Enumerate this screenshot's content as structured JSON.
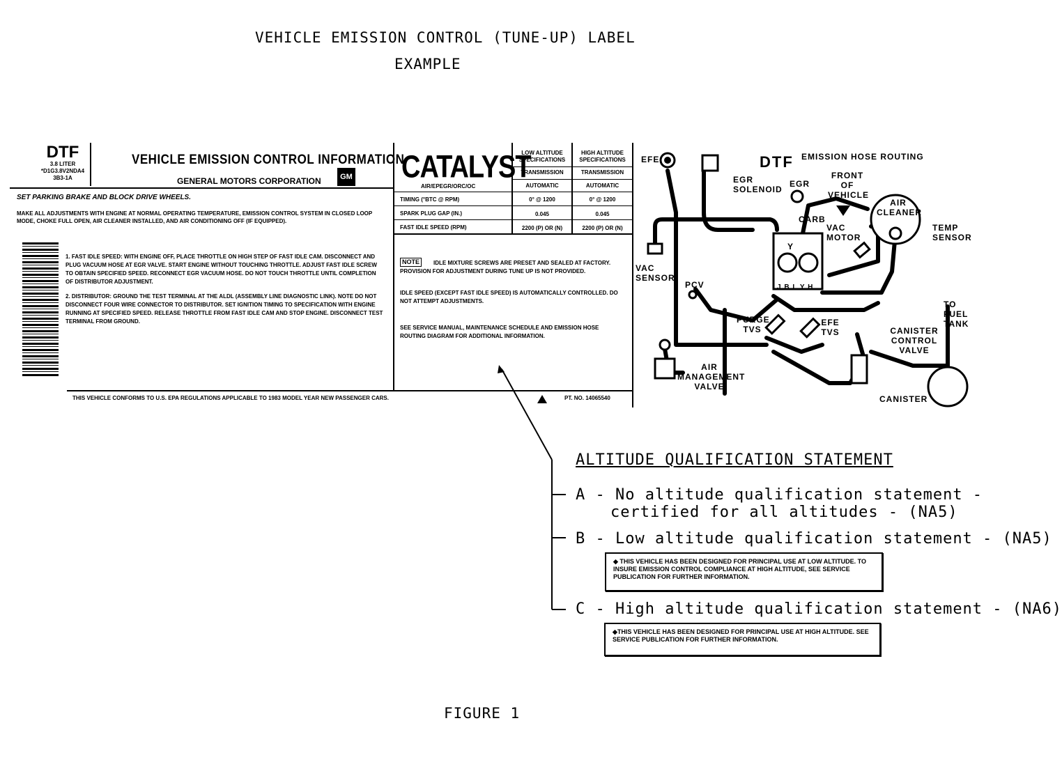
{
  "heading": {
    "line1": "VEHICLE EMISSION CONTROL (TUNE-UP) LABEL",
    "line2": "EXAMPLE"
  },
  "label": {
    "code": "DTF",
    "engine": "3.8 LITER",
    "family": "*D1G3.8V2NDA4",
    "subcode": "3B3-1A",
    "title": "VEHICLE EMISSION CONTROL INFORMATION",
    "maker": "GENERAL MOTORS CORPORATION",
    "logo": "GM",
    "catalyst": "CATALYST",
    "systems": "AIR/EPEGR/ORC/OC",
    "warning": "SET PARKING BRAKE AND BLOCK DRIVE WHEELS.",
    "make_adjust": "MAKE ALL ADJUSTMENTS WITH ENGINE AT NORMAL OPERATING TEMPERATURE, EMISSION CONTROL SYSTEM IN CLOSED LOOP MODE, CHOKE FULL OPEN, AIR CLEANER INSTALLED, AND AIR CONDITIONING OFF (IF EQUIPPED).",
    "step1": "1.  FAST IDLE SPEED: WITH ENGINE OFF, PLACE THROTTLE ON HIGH STEP OF FAST IDLE CAM. DISCONNECT AND PLUG VACUUM HOSE AT EGR VALVE. START ENGINE WITHOUT TOUCHING THROTTLE. ADJUST FAST IDLE SCREW TO OBTAIN SPECIFIED SPEED. RECONNECT EGR VACUUM HOSE. DO NOT TOUCH THROTTLE UNTIL COMPLETION OF DISTRIBUTOR ADJUSTMENT.",
    "step2": "2.  DISTRIBUTOR: GROUND THE TEST TERMINAL AT THE ALDL (ASSEMBLY LINE DIAGNOSTIC LINK). NOTE DO NOT DISCONNECT FOUR WIRE CONNECTOR TO DISTRIBUTOR. SET IGNITION TIMING TO SPECIFICATION WITH ENGINE RUNNING AT SPECIFIED SPEED. RELEASE THROTTLE FROM FAST IDLE CAM AND STOP ENGINE. DISCONNECT TEST TERMINAL FROM GROUND.",
    "spec_head_low": "LOW ALTITUDE SPECIFICATIONS",
    "spec_head_high": "HIGH ALTITUDE SPECIFICATIONS",
    "transmission": "TRANSMISSION",
    "automatic": "AUTOMATIC",
    "rows": [
      {
        "name": "TIMING (°BTC @ RPM)",
        "low": "0° @ 1200",
        "high": "0° @ 1200"
      },
      {
        "name": "SPARK PLUG GAP (IN.)",
        "low": "0.045",
        "high": "0.045"
      },
      {
        "name": "FAST IDLE SPEED (RPM)",
        "low": "2200 (P) OR (N)",
        "high": "2200 (P) OR (N)"
      }
    ],
    "note_tag": "NOTE",
    "note1": "IDLE MIXTURE SCREWS ARE PRESET AND SEALED AT FACTORY. PROVISION FOR ADJUSTMENT DURING TUNE UP IS NOT PROVIDED.",
    "note2": "IDLE SPEED (EXCEPT FAST IDLE SPEED) IS AUTOMATICALLY CONTROLLED. DO NOT ATTEMPT ADJUSTMENTS.",
    "note3": "SEE SERVICE MANUAL, MAINTENANCE SCHEDULE AND EMISSION HOSE ROUTING DIAGRAM FOR ADDITIONAL INFORMATION.",
    "conform": "THIS VEHICLE CONFORMS TO U.S. EPA REGULATIONS APPLICABLE TO 1983 MODEL YEAR NEW PASSENGER CARS.",
    "partno": "PT. NO. 14065540"
  },
  "hose": {
    "code": "DTF",
    "title": "EMISSION HOSE ROUTING",
    "efe": "EFE",
    "egr_solenoid": "EGR SOLENOID",
    "egr": "EGR",
    "front": "FRONT OF VEHICLE",
    "air_cleaner": "AIR CLEANER",
    "carb": "CARB",
    "vac_motor": "VAC MOTOR",
    "temp_sensor": "TEMP SENSOR",
    "vac_sensor": "VAC SENSOR",
    "pcv": "PCV",
    "purge": "PURGE TVS",
    "efe_tvs": "EFE TVS",
    "to_fuel": "TO FUEL TANK",
    "canister_valve": "CANISTER CONTROL VALVE",
    "air_mgmt": "AIR MANAGEMENT VALVE",
    "canister": "CANISTER",
    "carb_letters": "J B L Y H",
    "carb_y": "Y"
  },
  "altitude": {
    "heading": "ALTITUDE QUALIFICATION STATEMENT",
    "a1": "A - No altitude qualification statement -",
    "a2": "certified for all altitudes - (NA5)",
    "b": "B - Low altitude qualification statement - (NA5)",
    "b_box": "◆ THIS VEHICLE HAS BEEN DESIGNED FOR PRINCIPAL USE AT LOW ALTITUDE. TO INSURE EMISSION CONTROL COMPLIANCE AT HIGH ALTITUDE, SEE SERVICE PUBLICATION FOR FURTHER INFORMATION.",
    "c": "C - High altitude qualification statement - (NA6)",
    "c_box": "◆THIS VEHICLE HAS BEEN DESIGNED FOR PRINCIPAL USE AT HIGH ALTITUDE. SEE SERVICE PUBLICATION FOR FURTHER INFORMATION."
  },
  "figure": "FIGURE 1"
}
